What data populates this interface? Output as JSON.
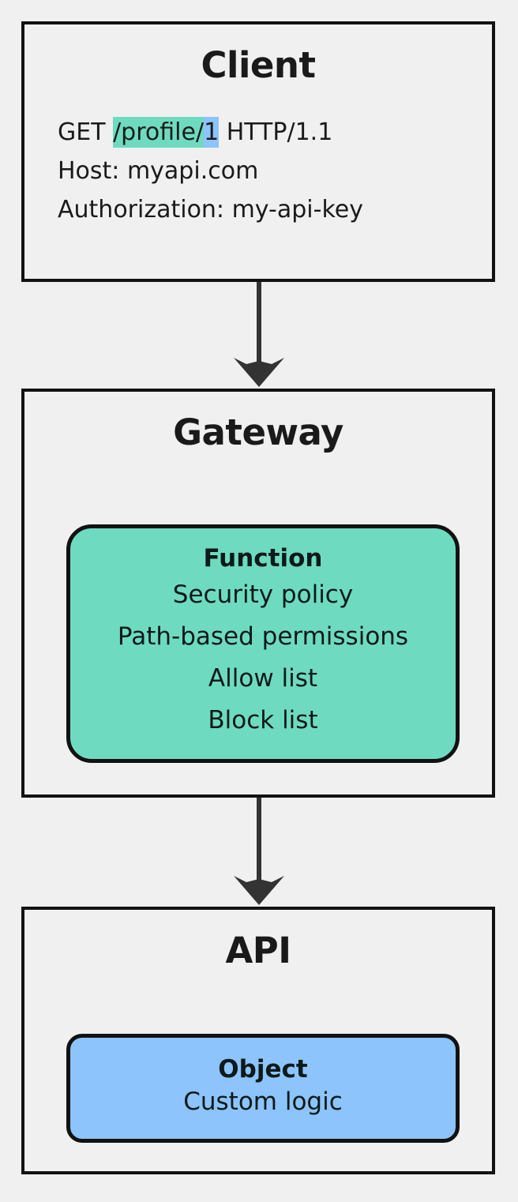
{
  "diagram": {
    "type": "flowchart",
    "orientation": "top-to-bottom",
    "background_color": "#F0F0F0",
    "border_color": "#121212",
    "arrow_color": "#333333",
    "accent_green": "#6EDBC0",
    "accent_blue": "#8CC4FB"
  },
  "nodes": {
    "client": {
      "title": "Client",
      "request": {
        "method": "GET ",
        "path_highlighted": "/profile/",
        "id_highlighted": "1",
        "protocol": " HTTP/1.1",
        "host_line": "Host: myapi.com",
        "auth_line": "Authorization: my-api-key"
      }
    },
    "gateway": {
      "title": "Gateway",
      "function_box": {
        "title": "Function",
        "lines": [
          "Security policy",
          "Path-based permissions",
          "Allow list",
          "Block list"
        ]
      }
    },
    "api": {
      "title": "API",
      "object_box": {
        "title": "Object",
        "lines": [
          "Custom logic"
        ]
      }
    }
  },
  "edges": [
    {
      "from": "client",
      "to": "gateway",
      "label": ""
    },
    {
      "from": "gateway",
      "to": "api",
      "label": ""
    }
  ]
}
